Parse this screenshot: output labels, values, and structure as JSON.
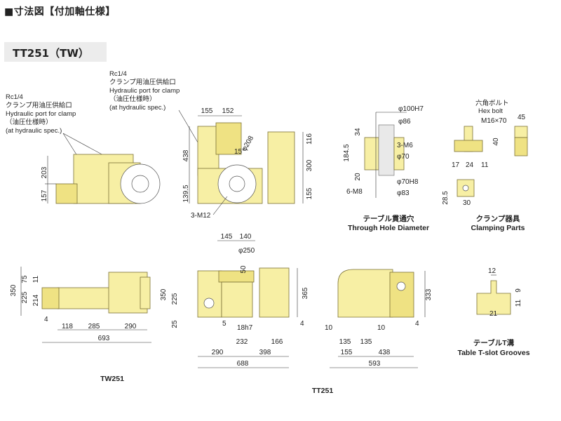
{
  "page": {
    "header": "■寸法図【付加軸仕様】",
    "model_band": "TT251（TW）"
  },
  "notes": {
    "left": [
      "Rc1/4",
      "クランプ用油圧供給口",
      "Hydraulic port for clamp",
      "（油圧仕様時）",
      "(at hydraulic spec.)"
    ],
    "top": [
      "Rc1/4",
      "クランプ用油圧供給口",
      "Hydraulic port for clamp",
      "（油圧仕様時）",
      "(at hydraulic spec.)"
    ]
  },
  "dims": {
    "top_left": {
      "d203": "203",
      "d157": "157"
    },
    "top_mid": {
      "d155": "155",
      "d152": "152",
      "d438": "438",
      "d1395": "139.5",
      "d15deg": "15°",
      "dphi208": "φ208",
      "d3m12": "3-M12",
      "d116": "116",
      "d300": "300",
      "d155b": "155"
    },
    "through": {
      "phi100": "φ100H7",
      "phi86": "φ86",
      "m6": "3-M6",
      "phi70": "φ70",
      "phi70h8": "φ70H8",
      "phi83": "φ83",
      "d34": "34",
      "d1845": "184.5",
      "d20": "20",
      "m8": "6-M8"
    },
    "clamp": {
      "hex_jp": "六角ボルト",
      "hex_en": "Hex bolt",
      "m16": "M16×70",
      "d45": "45",
      "d40": "40",
      "d17": "17",
      "d24": "24",
      "d11": "11",
      "d285": "28.5",
      "d30": "30"
    },
    "tw251": {
      "d350": "350",
      "d225": "225",
      "d75": "75",
      "d11": "11",
      "d214": "214",
      "d4": "4",
      "d118": "118",
      "d285": "285",
      "d290": "290",
      "d693": "693"
    },
    "tt251": {
      "d145": "145",
      "d140": "140",
      "dphi250": "φ250",
      "d50": "50",
      "d350": "350",
      "d225": "225",
      "d25": "25",
      "d5": "5",
      "d18h7": "18h7",
      "d232": "232",
      "d166": "166",
      "d290": "290",
      "d398": "398",
      "d688": "688",
      "d365": "365",
      "d4": "4"
    },
    "tt251_side": {
      "d333": "333",
      "d4": "4",
      "d10a": "10",
      "d135a": "135",
      "d10b": "10",
      "d135b": "135",
      "d155": "155",
      "d438": "438",
      "d593": "593"
    },
    "tslot": {
      "d12": "12",
      "d9": "9",
      "d11": "11",
      "d21": "21"
    }
  },
  "captions": {
    "through_jp": "テーブル貫通穴",
    "through_en": "Through Hole Diameter",
    "clamp_jp": "クランプ器具",
    "clamp_en": "Clamping Parts",
    "tslot_jp": "テーブルT溝",
    "tslot_en": "Table T-slot Grooves",
    "tw251": "TW251",
    "tt251": "TT251"
  },
  "colors": {
    "body_fill": "#f7efa4",
    "body_dark": "#efe283",
    "band": "#ececec"
  }
}
